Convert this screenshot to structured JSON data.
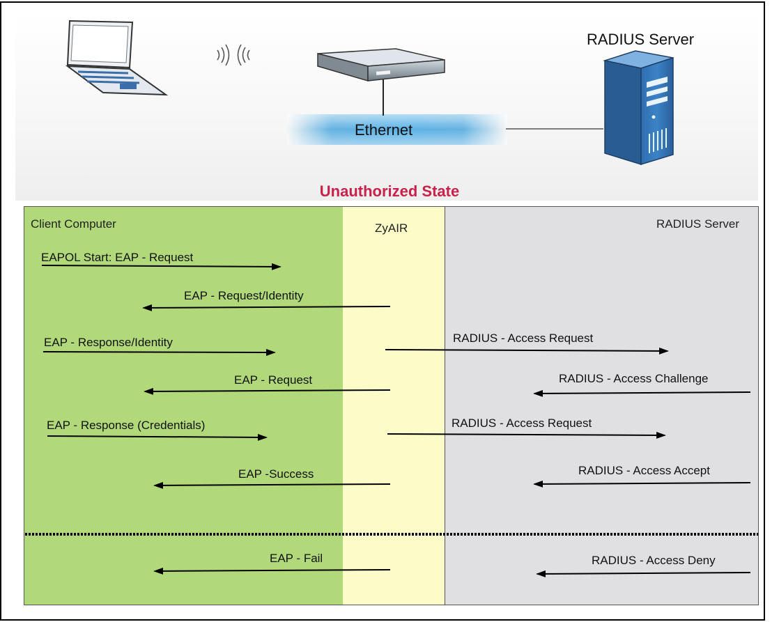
{
  "diagram": {
    "top": {
      "radius_label": "RADIUS Server",
      "ethernet_label": "Ethernet",
      "wireless_icon": "wireless-waves-icon",
      "laptop_icon": "laptop-icon",
      "ap_icon": "access-point-icon",
      "server_icon": "server-tower-icon"
    },
    "state_title": "Unauthorized State",
    "columns": {
      "client": "Client Computer",
      "ap": "ZyAIR",
      "server": "RADIUS Server"
    },
    "messages": {
      "m1": "EAPOL Start:  EAP - Request",
      "m2": "EAP - Request/Identity",
      "m3": "EAP - Response/Identity",
      "m4": "RADIUS - Access Request",
      "m5": "EAP - Request",
      "m6": "RADIUS - Access Challenge",
      "m7": "EAP - Response (Credentials)",
      "m8": "RADIUS - Access Request",
      "m9": "EAP -Success",
      "m10": "RADIUS - Access Accept",
      "m11": "EAP - Fail",
      "m12": "RADIUS - Access Deny"
    },
    "colors": {
      "client_zone": "#b1d97a",
      "ap_zone": "#fcfcc8",
      "server_zone": "#e0dfe2",
      "state_title": "#c8224a",
      "ethernet_band": "#4aa7df"
    }
  }
}
